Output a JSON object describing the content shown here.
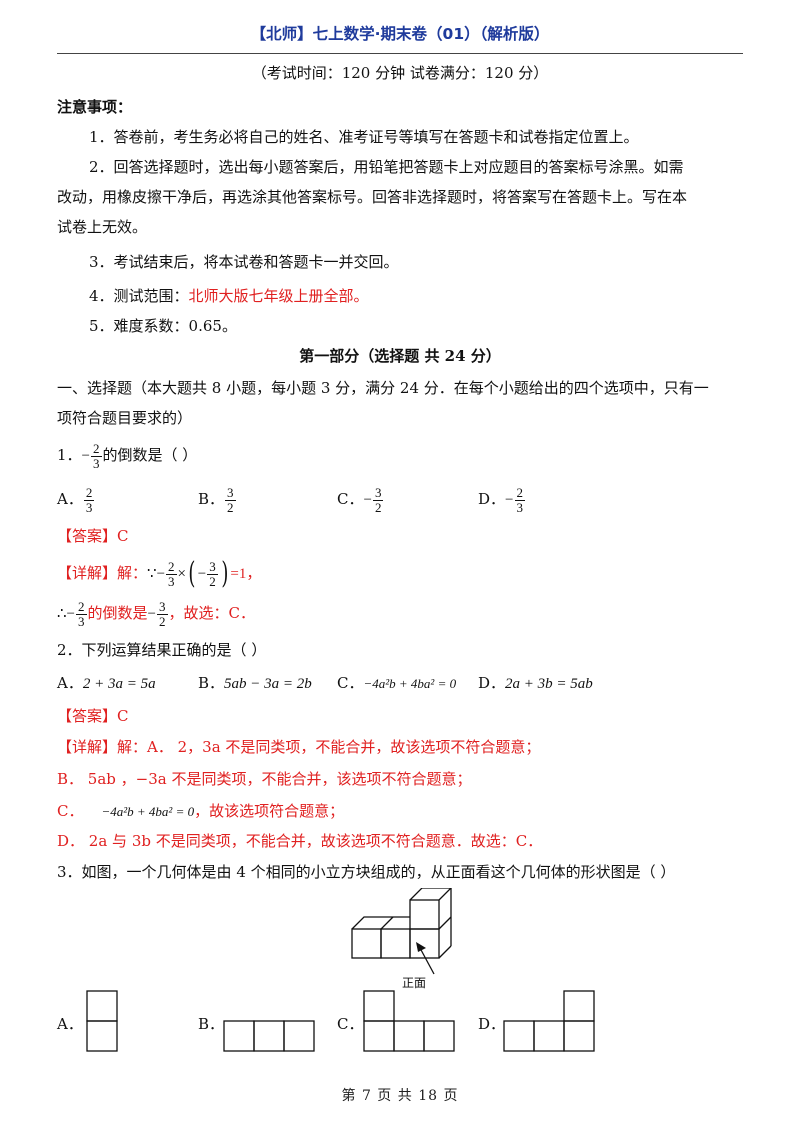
{
  "header": {
    "title": "【北师】七上数学·期末卷（01）（解析版）",
    "exam_info": "（考试时间：120 分钟    试卷满分：120 分）"
  },
  "notice": {
    "heading": "注意事项：",
    "item1": "1．答卷前，考生务必将自己的姓名、准考证号等填写在答题卡和试卷指定位置上。",
    "item2_line1": "2．回答选择题时，选出每小题答案后，用铅笔把答题卡上对应题目的答案标号涂黑。如需",
    "item2_line2": "改动，用橡皮擦干净后，再选涂其他答案标号。回答非选择题时，将答案写在答题卡上。写在本",
    "item2_line3": "试卷上无效。",
    "item3": "3．考试结束后，将本试卷和答题卡一并交回。",
    "item4_prefix": "4．测试范围：",
    "item4_scope": "北师大版七年级上册全部。",
    "item5": "5．难度系数：0.65。"
  },
  "part1": {
    "title": "第一部分（选择题  共 24 分）",
    "intro_line1": "一、选择题（本大题共 8 小题，每小题 3 分，满分 24 分．在每个小题给出的四个选项中，只有一",
    "intro_line2": "项符合题目要求的）"
  },
  "q1": {
    "number": "1．",
    "stem_tail": "的倒数是（        ）",
    "frac_num": "2",
    "frac_den": "3",
    "optA_label": "A．",
    "optB_label": "B．",
    "optC_label": "C．",
    "optD_label": "D．",
    "optA_num": "2",
    "optA_den": "3",
    "optB_num": "3",
    "optB_den": "2",
    "optC_num": "3",
    "optC_den": "2",
    "optD_num": "2",
    "optD_den": "3",
    "answer": "【答案】C",
    "detail_tag": "【详解】",
    "detail_prefix": "解：",
    "detail_eq_tail": "=1，",
    "detail_line2_mid": "的倒数是",
    "detail_line2_tail": "，故选：C．"
  },
  "q2": {
    "stem": "2．下列运算结果正确的是（        ）",
    "optA_label": "A．",
    "optA_expr": "2 + 3a = 5a",
    "optB_label": "B．",
    "optB_expr": "5ab − 3a = 2b",
    "optC_label": "C．",
    "optC_expr": "−4a²b + 4ba² = 0",
    "optD_label": "D．",
    "optD_expr": "2a + 3b = 5ab",
    "answer": "【答案】C",
    "detail_tag": "【详解】",
    "detail_line1": "解：A． 2，3a 不是同类项，不能合并，故该选项不符合题意；",
    "detail_line2": "B． 5ab ，−3a 不是同类项，不能合并，该选项不符合题意；",
    "detail_line3_prefix": "C．",
    "detail_line3_expr": "−4a²b + 4ba² = 0",
    "detail_line3_tail": "，故该选项符合题意；",
    "detail_line4": "D． 2a 与 3b 不是同类项，不能合并，故该选项不符合题意．故选：C．"
  },
  "q3": {
    "stem": "3．如图，一个几何体是由 4 个相同的小立方块组成的，从正面看这个几何体的形状图是（        ）",
    "front_label": "正面",
    "optA_label": "A．",
    "optB_label": "B．",
    "optC_label": "C．",
    "optD_label": "D．"
  },
  "footer": {
    "page": "第 7 页 共 18 页"
  }
}
